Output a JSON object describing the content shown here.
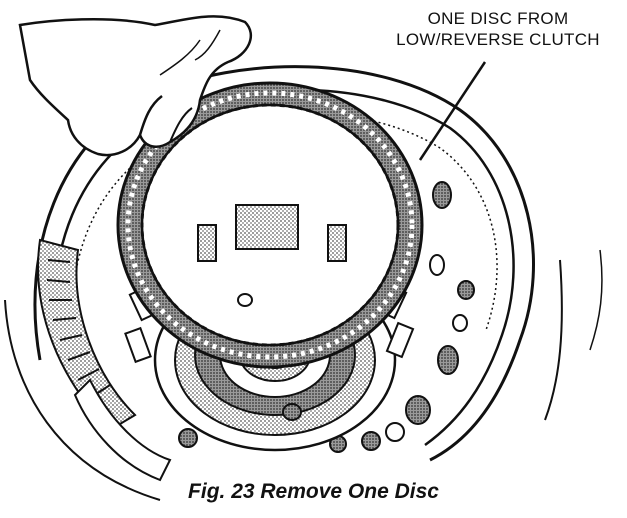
{
  "callout": {
    "line1": "ONE DISC FROM",
    "line2": "LOW/REVERSE CLUTCH"
  },
  "caption": "Fig. 23 Remove One Disc",
  "colors": {
    "ink": "#111111",
    "paper": "#ffffff",
    "shade": "#8a8a8a",
    "light_shade": "#c4c4c4"
  }
}
